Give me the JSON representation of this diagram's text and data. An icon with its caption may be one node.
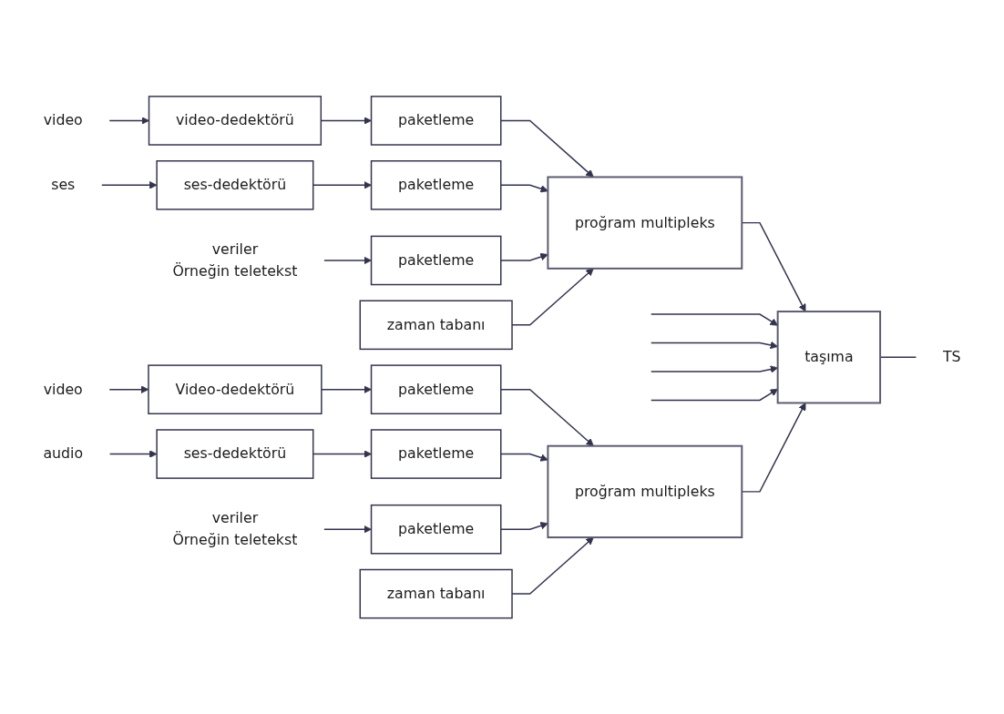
{
  "diagram": {
    "nodes": [
      {
        "text": [
          "video"
        ]
      },
      {
        "text": [
          "video-dedektörü"
        ]
      },
      {
        "text": [
          "paketleme"
        ]
      },
      {
        "text": [
          "proğram multipleks"
        ]
      },
      {
        "text": [
          "ses"
        ]
      },
      {
        "text": [
          "ses-dedektörü"
        ]
      },
      {
        "text": [
          "paketleme"
        ]
      },
      {
        "text": [
          "veriler",
          "Örneğin teletekst"
        ]
      },
      {
        "text": [
          "paketleme"
        ]
      },
      {
        "text": [
          "zaman tabanı"
        ]
      },
      {
        "text": [
          "taşıma"
        ]
      },
      {
        "text": [
          "TS"
        ]
      },
      {
        "text": [
          "video"
        ]
      },
      {
        "text": [
          "Video-dedektörü"
        ]
      },
      {
        "text": [
          "paketleme"
        ]
      },
      {
        "text": [
          "proğram multipleks"
        ]
      },
      {
        "text": [
          "audio"
        ]
      },
      {
        "text": [
          "ses-dedektörü"
        ]
      },
      {
        "text": [
          "paketleme"
        ]
      },
      {
        "text": [
          "veriler",
          "Örneğin teletekst"
        ]
      },
      {
        "text": [
          "paketleme"
        ]
      },
      {
        "text": [
          "zaman tabanı"
        ]
      }
    ],
    "edges": [
      {
        "from": 0,
        "to": 1,
        "arrow": "to"
      },
      {
        "from": 1,
        "to": 2,
        "arrow": "to"
      },
      {
        "from": 2,
        "to": 3,
        "arrow": "to"
      },
      {
        "from": 4,
        "to": 5,
        "arrow": "to"
      },
      {
        "from": 5,
        "to": 6,
        "arrow": "to"
      },
      {
        "from": 6,
        "to": 3,
        "arrow": "to"
      },
      {
        "from": 7,
        "to": 8,
        "arrow": "to"
      },
      {
        "from": 8,
        "to": 3,
        "arrow": "to"
      },
      {
        "from": 9,
        "to": 3,
        "arrow": "to"
      },
      {
        "from": 3,
        "to": 10,
        "arrow": "to"
      },
      {
        "from": null,
        "to": 10,
        "arrow": "to"
      },
      {
        "from": null,
        "to": 10,
        "arrow": "to"
      },
      {
        "from": null,
        "to": 10,
        "arrow": "to"
      },
      {
        "from": null,
        "to": 10,
        "arrow": "to"
      },
      {
        "from": 10,
        "to": 11,
        "arrow": "none"
      },
      {
        "from": 12,
        "to": 13,
        "arrow": "to"
      },
      {
        "from": 13,
        "to": 14,
        "arrow": "to"
      },
      {
        "from": 14,
        "to": 15,
        "arrow": "to"
      },
      {
        "from": 16,
        "to": 17,
        "arrow": "to"
      },
      {
        "from": 17,
        "to": 18,
        "arrow": "to"
      },
      {
        "from": 18,
        "to": 15,
        "arrow": "to"
      },
      {
        "from": 19,
        "to": 20,
        "arrow": "to"
      },
      {
        "from": 20,
        "to": 15,
        "arrow": "to"
      },
      {
        "from": 21,
        "to": 15,
        "arrow": "to"
      },
      {
        "from": 15,
        "to": 10,
        "arrow": "to"
      }
    ]
  }
}
